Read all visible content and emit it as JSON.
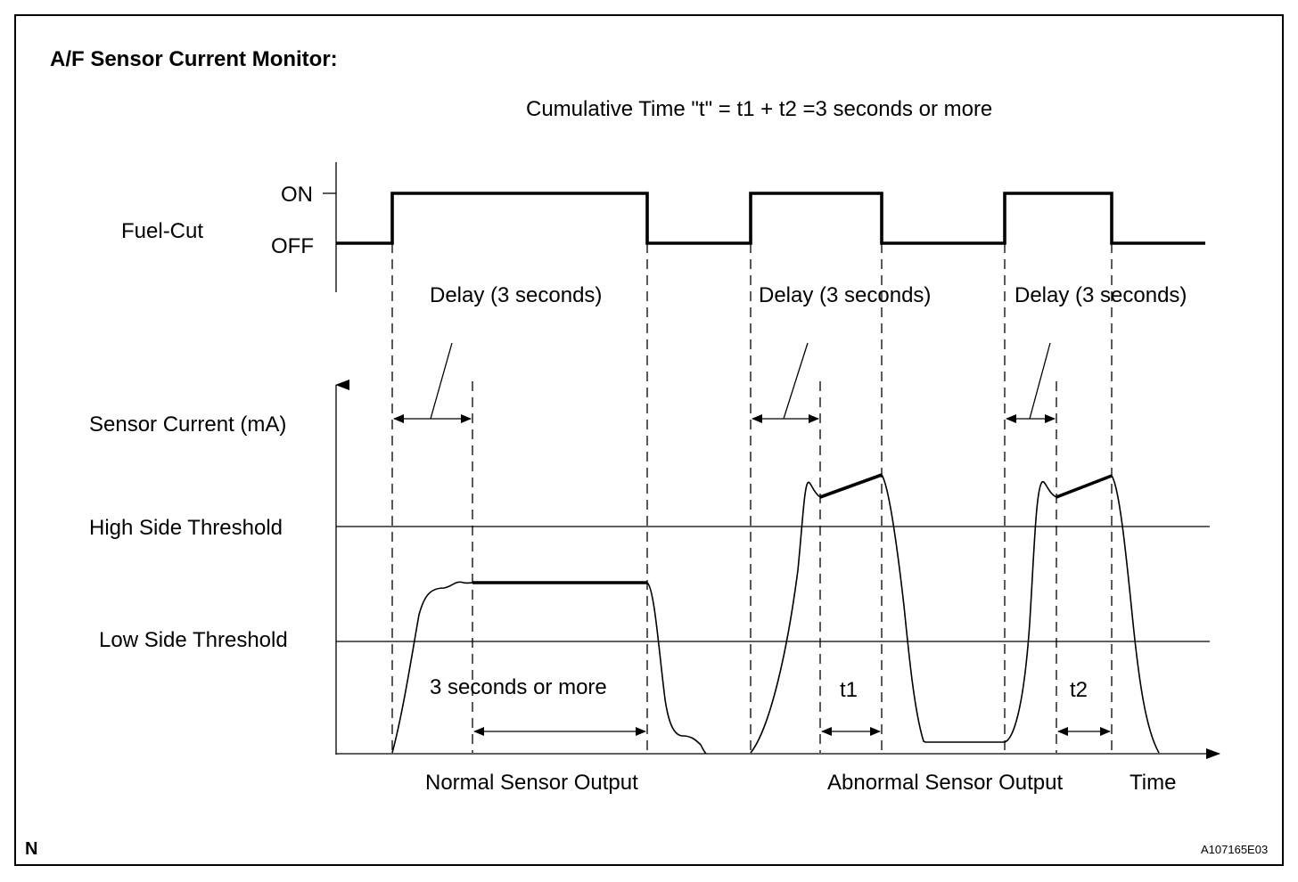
{
  "title": "A/F Sensor Current Monitor:",
  "cumulative_note": "Cumulative Time \"t\" = t1 + t2 =3 seconds or more",
  "fuel_cut": {
    "label": "Fuel-Cut",
    "on_label": "ON",
    "off_label": "OFF"
  },
  "delay_labels": [
    "Delay (3 seconds)",
    "Delay (3 seconds)",
    "Delay (3 seconds)"
  ],
  "sensor_axis_label": "Sensor Current (mA)",
  "thresholds": {
    "high": "High Side Threshold",
    "low": "Low Side Threshold"
  },
  "durations": {
    "normal": "3 seconds or more",
    "t1": "t1",
    "t2": "t2"
  },
  "sections": {
    "normal": "Normal Sensor Output",
    "abnormal": "Abnormal Sensor Output"
  },
  "time_axis_label": "Time",
  "corner_mark": "N",
  "figure_code": "A107165E03"
}
